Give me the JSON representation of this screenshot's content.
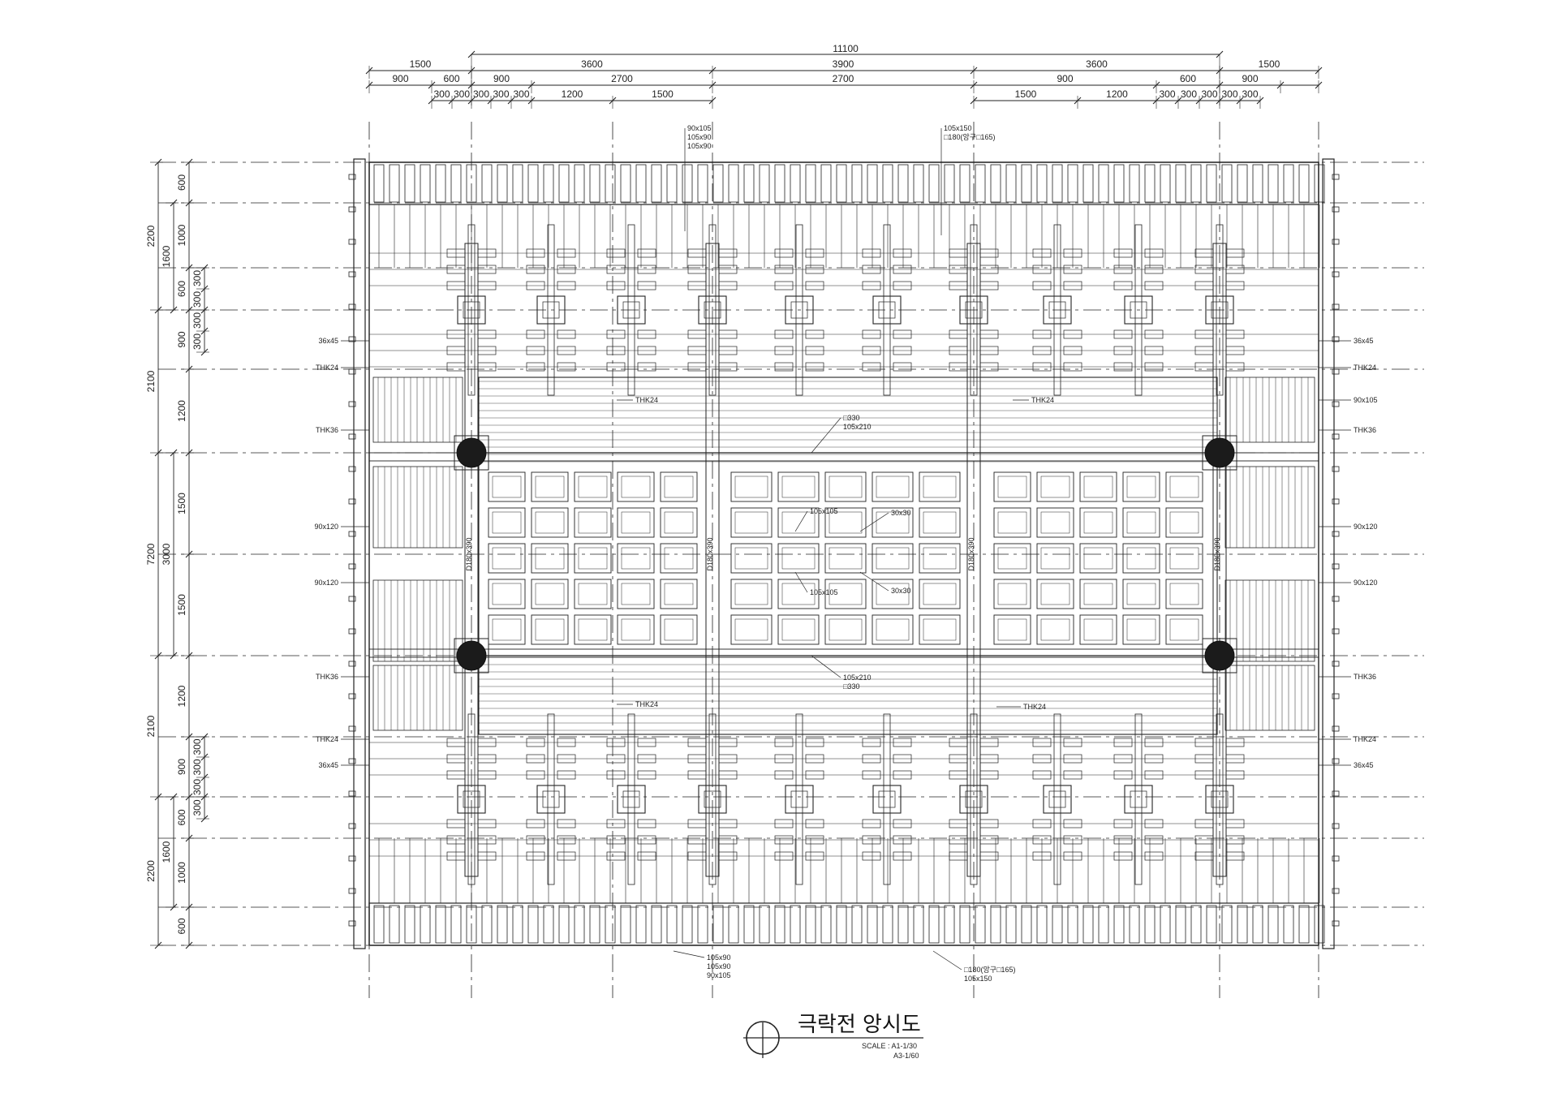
{
  "drawing": {
    "title": "극락전 앙시도",
    "scale_label": "SCALE : A1-1/30",
    "scale_label_2": "A3-1/60"
  },
  "dims": {
    "top_total": "11100",
    "top_row1": [
      "1500",
      "3600",
      "3900",
      "3600",
      "1500"
    ],
    "top_row2": [
      "900",
      "600",
      "900",
      "2700",
      "2700",
      "900",
      "600",
      "900"
    ],
    "top_row3_left": [
      "300",
      "300",
      "300",
      "300",
      "1200",
      "1500"
    ],
    "top_row3_right": [
      "1500",
      "1200",
      "300",
      "300",
      "300",
      "300"
    ],
    "left_outer": [
      "2200",
      "2100",
      "7200",
      "2100",
      "2200"
    ],
    "left_mid": [
      "3000"
    ],
    "left_inner": [
      "600",
      "1000",
      "1600",
      "600",
      "900",
      "1200",
      "1500",
      "1500",
      "1200",
      "900",
      "600",
      "1000",
      "1600",
      "600"
    ],
    "left_stack": [
      "300",
      "300",
      "300",
      "300"
    ]
  },
  "notes": {
    "top_left": [
      "90x105",
      "105x90",
      "105x90"
    ],
    "top_right": [
      "105x150",
      "□180(앙구□165)"
    ],
    "bottom_left": [
      "105x90",
      "105x90",
      "90x105"
    ],
    "bottom_right": [
      "□180(앙구□165)",
      "105x150"
    ],
    "left_side": [
      "36x45",
      "THK24",
      "THK36",
      "90x120",
      "90x120",
      "THK36",
      "THK24",
      "36x45"
    ],
    "right_side": [
      "36x45",
      "THK24",
      "90x105",
      "THK36",
      "90x120",
      "90x120",
      "THK36",
      "THK24",
      "36x45"
    ],
    "inner_thk": [
      "THK24",
      "THK24",
      "THK24",
      "THK24"
    ],
    "center_top": [
      "□330",
      "105x210"
    ],
    "center_bottom": [
      "105x210",
      "□330"
    ],
    "coffer": [
      "105x105",
      "30x30",
      "105x105",
      "30x30"
    ],
    "beam_vertical": [
      "D180x390",
      "D180x390",
      "D180x390",
      "D180x390"
    ]
  }
}
